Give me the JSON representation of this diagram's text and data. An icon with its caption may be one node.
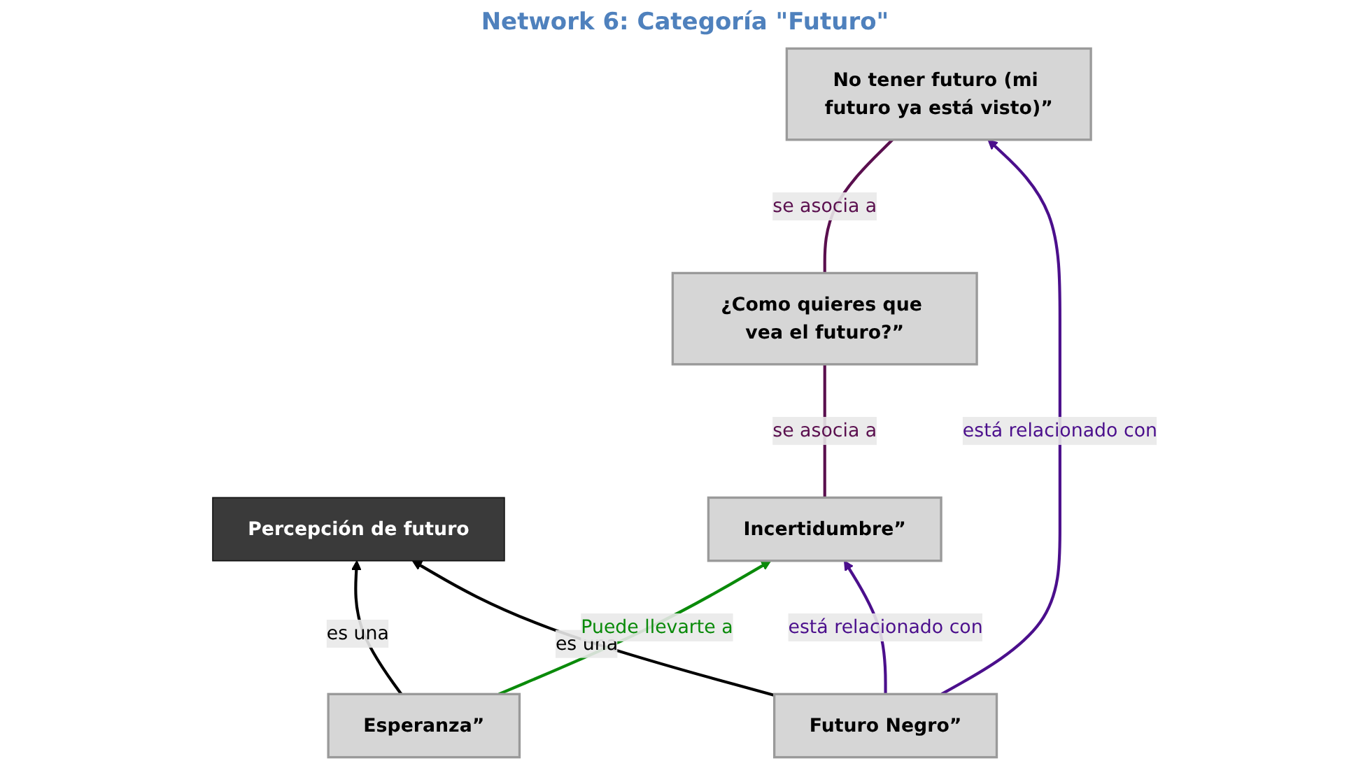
{
  "diagram": {
    "title": "Network 6: Categoría \"Futuro\"",
    "nodes": [
      {
        "text": [
          "Percepción de futuro"
        ]
      },
      {
        "text": [
          "Futuro Negro”"
        ]
      },
      {
        "text": [
          "Esperanza”"
        ]
      },
      {
        "text": [
          "No tener futuro (mi futuro ya está visto)”"
        ]
      },
      {
        "text": [
          "¿Como quieres que vea el futuro?”"
        ]
      },
      {
        "text": [
          "Incertidumbre”"
        ]
      }
    ],
    "edges": [
      {
        "from": 1,
        "to": 0,
        "arrow": "to",
        "label": "es una"
      },
      {
        "from": 2,
        "to": 0,
        "arrow": "to",
        "label": "es una"
      },
      {
        "from": 1,
        "to": 3,
        "arrow": "to",
        "label": "está relacionado con",
        "color": "#4b0f8c"
      },
      {
        "from": 1,
        "to": 5,
        "arrow": "to",
        "label": "está relacionado con",
        "color": "#4b0f8c"
      },
      {
        "from": 2,
        "to": 5,
        "arrow": "to",
        "label": "Puede llevarte a",
        "color": "#0a8a0a"
      },
      {
        "from": 4,
        "to": 3,
        "arrow": "none",
        "label": "se asocia a",
        "color": "#5a0f4e"
      },
      {
        "from": 5,
        "to": 4,
        "arrow": "none",
        "label": "se asocia a",
        "color": "#5a0f4e"
      }
    ]
  }
}
